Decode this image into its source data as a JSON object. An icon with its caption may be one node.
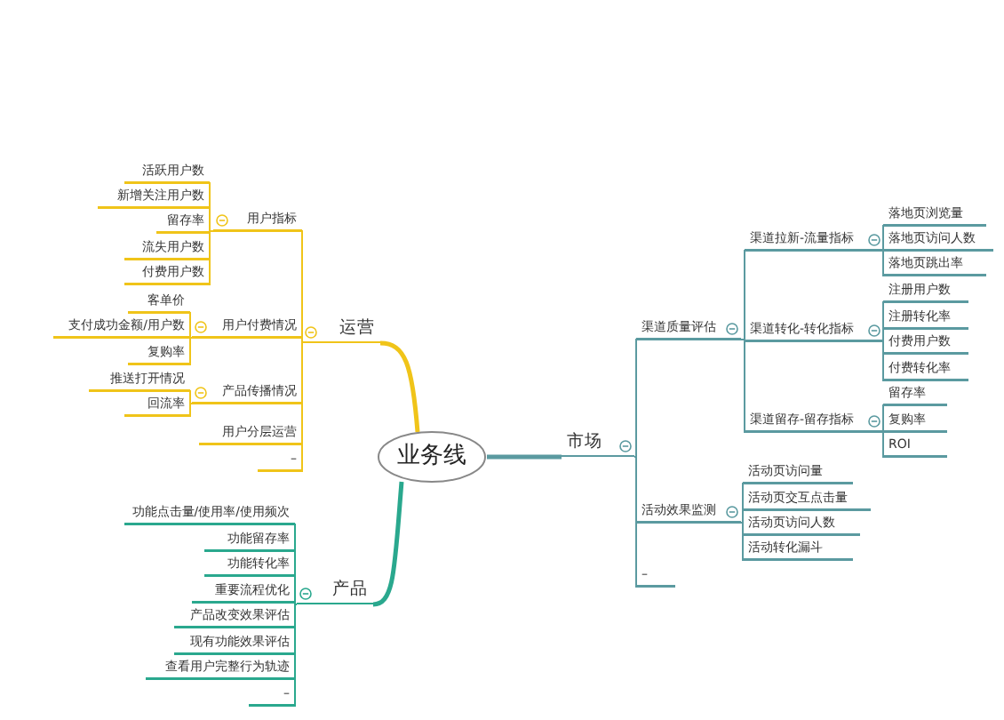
{
  "diagram": {
    "nodes": [
      {
        "text": [
          "业务线"
        ]
      },
      {
        "text": [
          "运营"
        ]
      },
      {
        "text": [
          "用户指标"
        ]
      },
      {
        "text": [
          "活跃用户数"
        ]
      },
      {
        "text": [
          "新增关注用户数"
        ]
      },
      {
        "text": [
          "留存率"
        ]
      },
      {
        "text": [
          "流失用户数"
        ]
      },
      {
        "text": [
          "付费用户数"
        ]
      },
      {
        "text": [
          "用户付费情况"
        ]
      },
      {
        "text": [
          "客单价"
        ]
      },
      {
        "text": [
          "支付成功金额/用户数"
        ]
      },
      {
        "text": [
          "复购率"
        ]
      },
      {
        "text": [
          "产品传播情况"
        ]
      },
      {
        "text": [
          "推送打开情况"
        ]
      },
      {
        "text": [
          "回流率"
        ]
      },
      {
        "text": [
          "用户分层运营"
        ]
      },
      {
        "text": [
          "–"
        ]
      },
      {
        "text": [
          "产品"
        ]
      },
      {
        "text": [
          "功能点击量/使用率/使用频次"
        ]
      },
      {
        "text": [
          "功能留存率"
        ]
      },
      {
        "text": [
          "功能转化率"
        ]
      },
      {
        "text": [
          "重要流程优化"
        ]
      },
      {
        "text": [
          "产品改变效果评估"
        ]
      },
      {
        "text": [
          "现有功能效果评估"
        ]
      },
      {
        "text": [
          "查看用户完整行为轨迹"
        ]
      },
      {
        "text": [
          "–"
        ]
      },
      {
        "text": [
          "市场"
        ]
      },
      {
        "text": [
          "渠道质量评估"
        ]
      },
      {
        "text": [
          "渠道拉新-流量指标"
        ]
      },
      {
        "text": [
          "落地页浏览量"
        ]
      },
      {
        "text": [
          "落地页访问人数"
        ]
      },
      {
        "text": [
          "落地页跳出率"
        ]
      },
      {
        "text": [
          "渠道转化-转化指标"
        ]
      },
      {
        "text": [
          "注册用户数"
        ]
      },
      {
        "text": [
          "注册转化率"
        ]
      },
      {
        "text": [
          "付费用户数"
        ]
      },
      {
        "text": [
          "付费转化率"
        ]
      },
      {
        "text": [
          "渠道留存-留存指标"
        ]
      },
      {
        "text": [
          "留存率"
        ]
      },
      {
        "text": [
          "复购率"
        ]
      },
      {
        "text": [
          "ROI"
        ]
      },
      {
        "text": [
          "活动效果监测"
        ]
      },
      {
        "text": [
          "活动页访问量"
        ]
      },
      {
        "text": [
          "活动页交互点击量"
        ]
      },
      {
        "text": [
          "活动页访问人数"
        ]
      },
      {
        "text": [
          "活动转化漏斗"
        ]
      },
      {
        "text": [
          "–"
        ]
      }
    ],
    "edges": [
      {
        "from": 0,
        "to": 1,
        "arrow": "none",
        "style": "thick",
        "color": "#f0c419"
      },
      {
        "from": 1,
        "to": 2,
        "arrow": "none",
        "color": "#f0c419"
      },
      {
        "from": 2,
        "to": 3,
        "arrow": "none",
        "color": "#f0c419"
      },
      {
        "from": 2,
        "to": 4,
        "arrow": "none",
        "color": "#f0c419"
      },
      {
        "from": 2,
        "to": 5,
        "arrow": "none",
        "color": "#f0c419"
      },
      {
        "from": 2,
        "to": 6,
        "arrow": "none",
        "color": "#f0c419"
      },
      {
        "from": 2,
        "to": 7,
        "arrow": "none",
        "color": "#f0c419"
      },
      {
        "from": 1,
        "to": 8,
        "arrow": "none",
        "color": "#f0c419"
      },
      {
        "from": 8,
        "to": 9,
        "arrow": "none",
        "color": "#f0c419"
      },
      {
        "from": 8,
        "to": 10,
        "arrow": "none",
        "color": "#f0c419"
      },
      {
        "from": 8,
        "to": 11,
        "arrow": "none",
        "color": "#f0c419"
      },
      {
        "from": 1,
        "to": 12,
        "arrow": "none",
        "color": "#f0c419"
      },
      {
        "from": 12,
        "to": 13,
        "arrow": "none",
        "color": "#f0c419"
      },
      {
        "from": 12,
        "to": 14,
        "arrow": "none",
        "color": "#f0c419"
      },
      {
        "from": 1,
        "to": 15,
        "arrow": "none",
        "color": "#f0c419"
      },
      {
        "from": 1,
        "to": 16,
        "arrow": "none",
        "color": "#f0c419"
      },
      {
        "from": 0,
        "to": 17,
        "arrow": "none",
        "style": "thick",
        "color": "#2aa88e"
      },
      {
        "from": 17,
        "to": 18,
        "arrow": "none",
        "color": "#2aa88e"
      },
      {
        "from": 17,
        "to": 19,
        "arrow": "none",
        "color": "#2aa88e"
      },
      {
        "from": 17,
        "to": 20,
        "arrow": "none",
        "color": "#2aa88e"
      },
      {
        "from": 17,
        "to": 21,
        "arrow": "none",
        "color": "#2aa88e"
      },
      {
        "from": 17,
        "to": 22,
        "arrow": "none",
        "color": "#2aa88e"
      },
      {
        "from": 17,
        "to": 23,
        "arrow": "none",
        "color": "#2aa88e"
      },
      {
        "from": 17,
        "to": 24,
        "arrow": "none",
        "color": "#2aa88e"
      },
      {
        "from": 17,
        "to": 25,
        "arrow": "none",
        "color": "#2aa88e"
      },
      {
        "from": 0,
        "to": 26,
        "arrow": "none",
        "style": "thick"
      },
      {
        "from": 26,
        "to": 27,
        "arrow": "none"
      },
      {
        "from": 27,
        "to": 28,
        "arrow": "none"
      },
      {
        "from": 28,
        "to": 29,
        "arrow": "none"
      },
      {
        "from": 28,
        "to": 30,
        "arrow": "none"
      },
      {
        "from": 28,
        "to": 31,
        "arrow": "none"
      },
      {
        "from": 27,
        "to": 32,
        "arrow": "none"
      },
      {
        "from": 32,
        "to": 33,
        "arrow": "none"
      },
      {
        "from": 32,
        "to": 34,
        "arrow": "none"
      },
      {
        "from": 32,
        "to": 35,
        "arrow": "none"
      },
      {
        "from": 32,
        "to": 36,
        "arrow": "none"
      },
      {
        "from": 27,
        "to": 37,
        "arrow": "none"
      },
      {
        "from": 37,
        "to": 38,
        "arrow": "none"
      },
      {
        "from": 37,
        "to": 39,
        "arrow": "none"
      },
      {
        "from": 37,
        "to": 40,
        "arrow": "none"
      },
      {
        "from": 26,
        "to": 41,
        "arrow": "none"
      },
      {
        "from": 41,
        "to": 42,
        "arrow": "none"
      },
      {
        "from": 41,
        "to": 43,
        "arrow": "none"
      },
      {
        "from": 41,
        "to": 44,
        "arrow": "none"
      },
      {
        "from": 41,
        "to": 45,
        "arrow": "none"
      },
      {
        "from": 26,
        "to": 46,
        "arrow": "none"
      }
    ]
  }
}
